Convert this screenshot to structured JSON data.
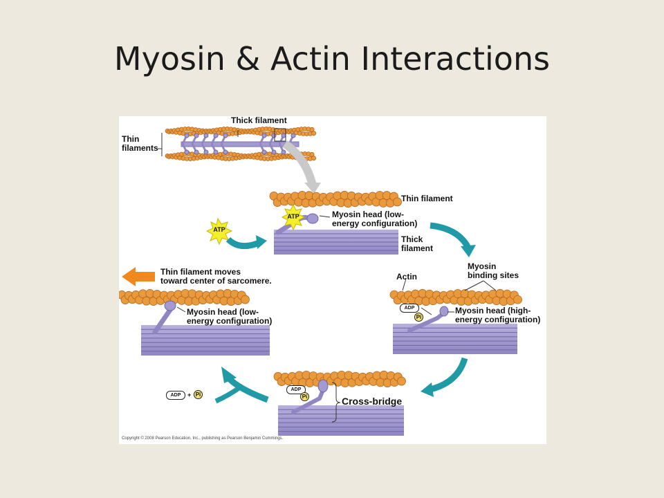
{
  "title": "Myosin & Actin Interactions",
  "labels": {
    "thick_filament_top": "Thick filament",
    "thin_filaments": "Thin\nfilaments",
    "thin_filament_1": "Thin filament",
    "myosin_head_low_1": "Myosin head (low-\nenergy configuration)",
    "thick_filament_1": "Thick\nfilament",
    "atp_free": "ATP",
    "atp_bound": "ATP",
    "actin": "Actin",
    "myosin_binding_sites": "Myosin\nbinding sites",
    "adp_step3": "ADP",
    "pi_step3": "Pi",
    "myosin_head_high": "Myosin head (high-\nenergy configuration)",
    "adp_step4": "ADP",
    "pi_step4": "Pi",
    "cross_bridge": "Cross-bridge",
    "adp_released": "ADP",
    "plus": "+",
    "pi_released": "Pi",
    "thin_filament_moves": "Thin filament moves\ntoward center of sarcomere.",
    "myosin_head_low_2": "Myosin head (low-\nenergy configuration)"
  },
  "copyright": "Copyright © 2008 Pearson Education, Inc., publishing as Pearson Benjamin Cummings.",
  "colors": {
    "actin": "#e89a3c",
    "myosin": "#a59ad0",
    "cycle_arrow": "#1f9aa6",
    "move_arrow": "#f08a1e",
    "atp_star": "#f5ee2a",
    "slide_bg": "#ede9df"
  }
}
